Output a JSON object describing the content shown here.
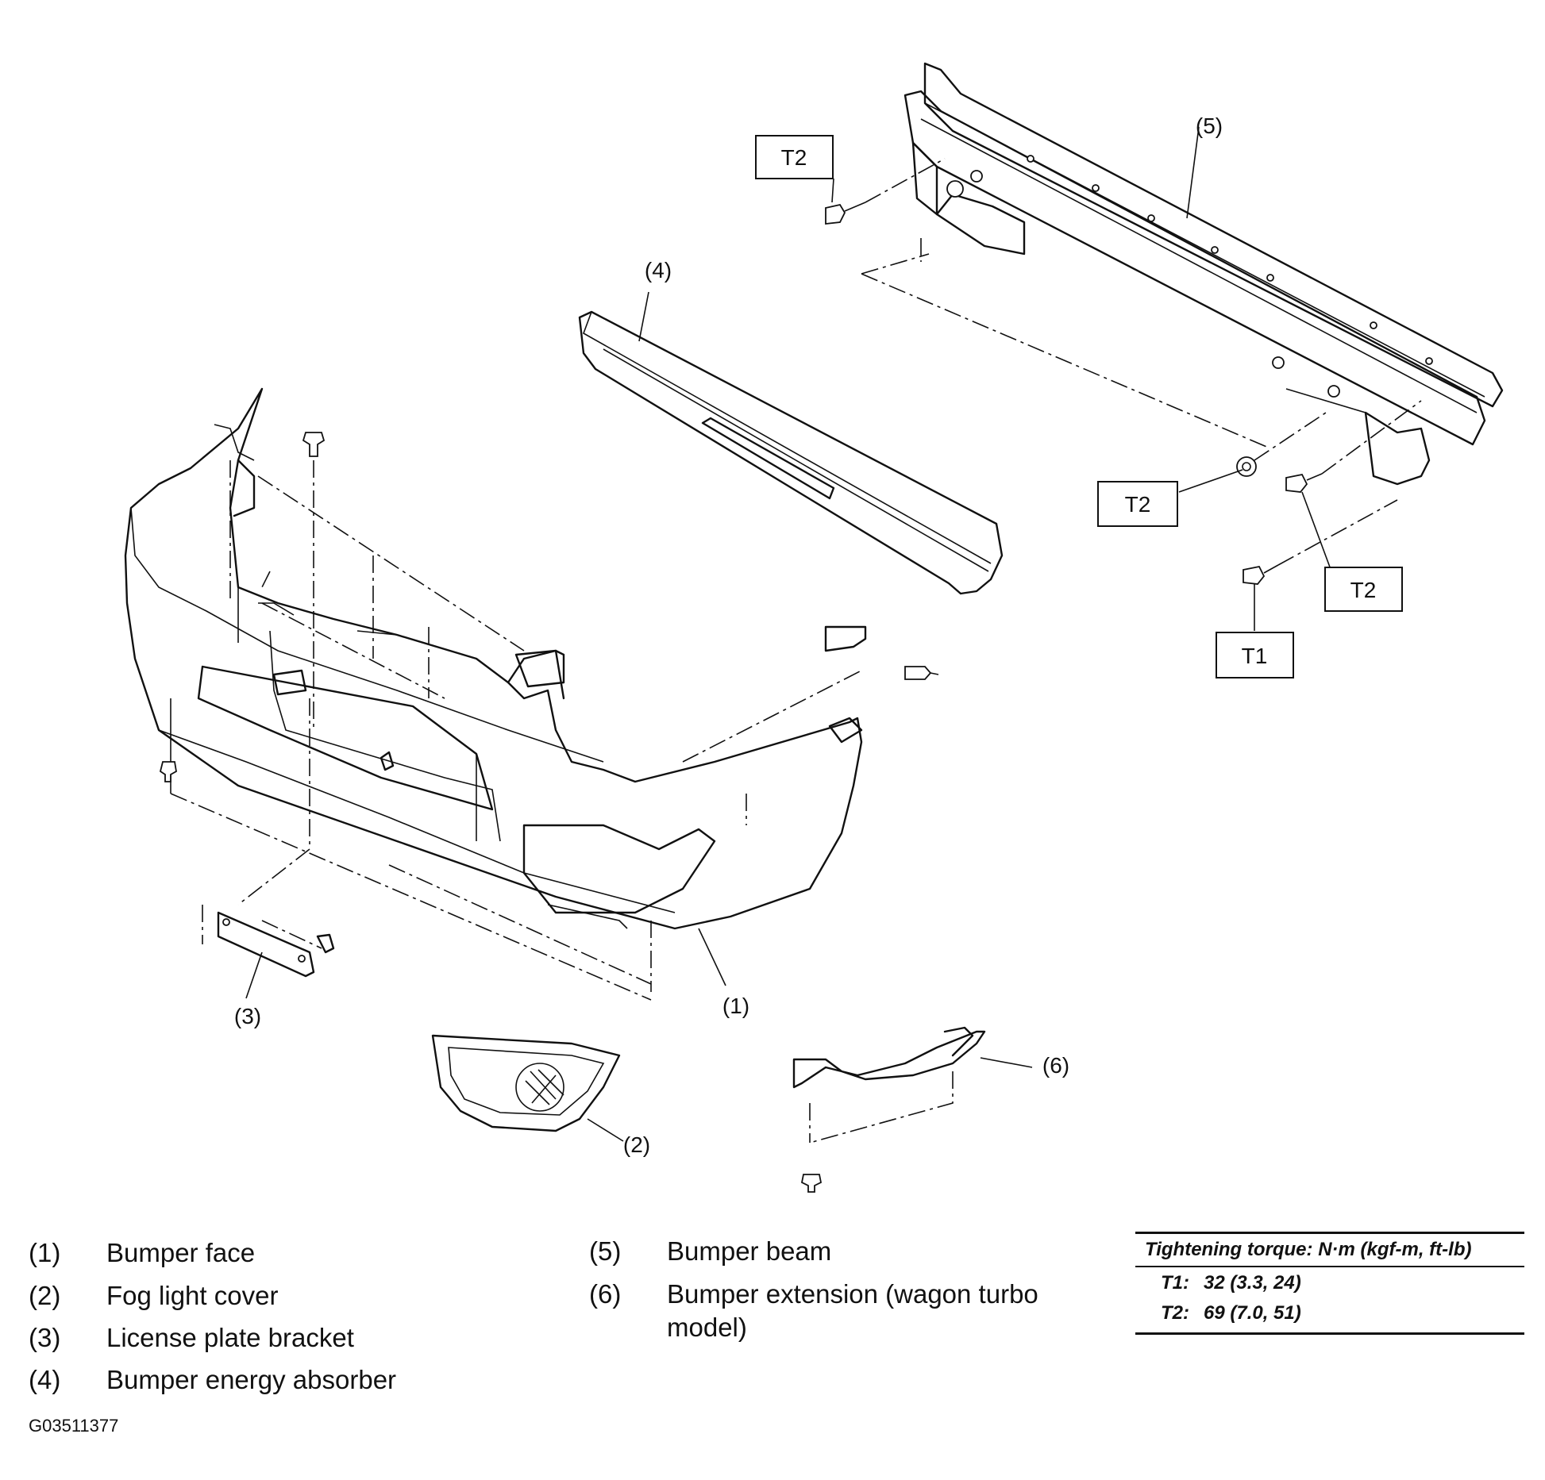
{
  "callouts": {
    "c1": "(1)",
    "c2": "(2)",
    "c3": "(3)",
    "c4": "(4)",
    "c5": "(5)",
    "c6": "(6)"
  },
  "torque_tags": {
    "t2_top": "T2",
    "t2_nut": "T2",
    "t2_bolt": "T2",
    "t1_bolt": "T1"
  },
  "legend": [
    {
      "num": "(1)",
      "label": "Bumper face"
    },
    {
      "num": "(2)",
      "label": "Fog light cover"
    },
    {
      "num": "(3)",
      "label": "License plate bracket"
    },
    {
      "num": "(4)",
      "label": "Bumper energy absorber"
    },
    {
      "num": "(5)",
      "label": "Bumper beam"
    },
    {
      "num": "(6)",
      "label": "Bumper extension (wagon turbo",
      "label2": "model)"
    }
  ],
  "torque_table": {
    "header": "Tightening torque: N·m (kgf-m, ft-lb)",
    "rows": [
      {
        "key": "T1:",
        "value": "32 (3.3, 24)"
      },
      {
        "key": "T2:",
        "value": "69 (7.0, 51)"
      }
    ]
  },
  "figure_code": "G03511377"
}
